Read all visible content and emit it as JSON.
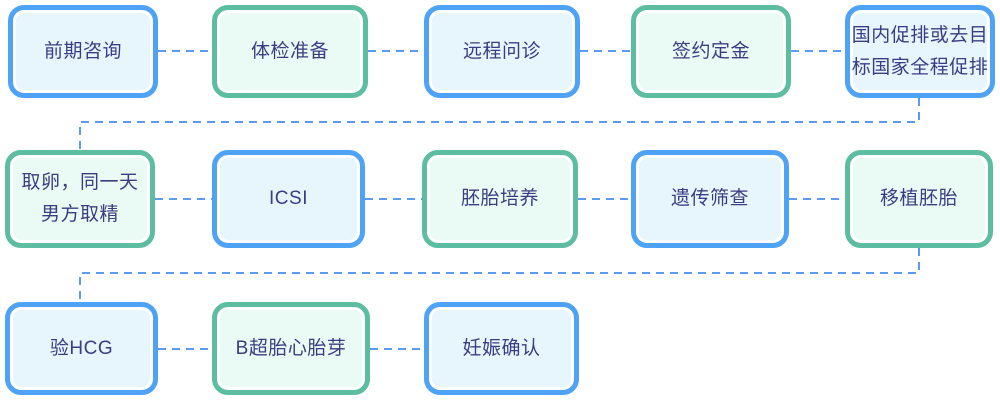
{
  "flowchart": {
    "background_color": "#ffffff",
    "text_color": "#3c3c82",
    "connector": {
      "color": "#5b9bf2",
      "style": "dashed"
    },
    "box_styles": {
      "blue": {
        "border": "#4fa3f7",
        "fill": "#e7f6fd"
      },
      "green": {
        "border": "#5cbda0",
        "fill": "#eafaf4"
      }
    },
    "rows": [
      {
        "boxes": [
          {
            "label": "前期咨询",
            "style": "blue"
          },
          {
            "label": "体检准备",
            "style": "green"
          },
          {
            "label": "远程问诊",
            "style": "blue"
          },
          {
            "label": "签约定金",
            "style": "green"
          },
          {
            "label": "国内促排或去目\n标国家全程促排",
            "style": "blue"
          }
        ]
      },
      {
        "boxes": [
          {
            "label": "取卵，同一天\n男方取精",
            "style": "green"
          },
          {
            "label": "ICSI",
            "style": "blue"
          },
          {
            "label": "胚胎培养",
            "style": "green"
          },
          {
            "label": "遗传筛查",
            "style": "blue"
          },
          {
            "label": "移植胚胎",
            "style": "green"
          }
        ]
      },
      {
        "boxes": [
          {
            "label": "验HCG",
            "style": "blue"
          },
          {
            "label": "B超胎心胎芽",
            "style": "green"
          },
          {
            "label": "妊娠确认",
            "style": "blue"
          }
        ]
      }
    ]
  }
}
